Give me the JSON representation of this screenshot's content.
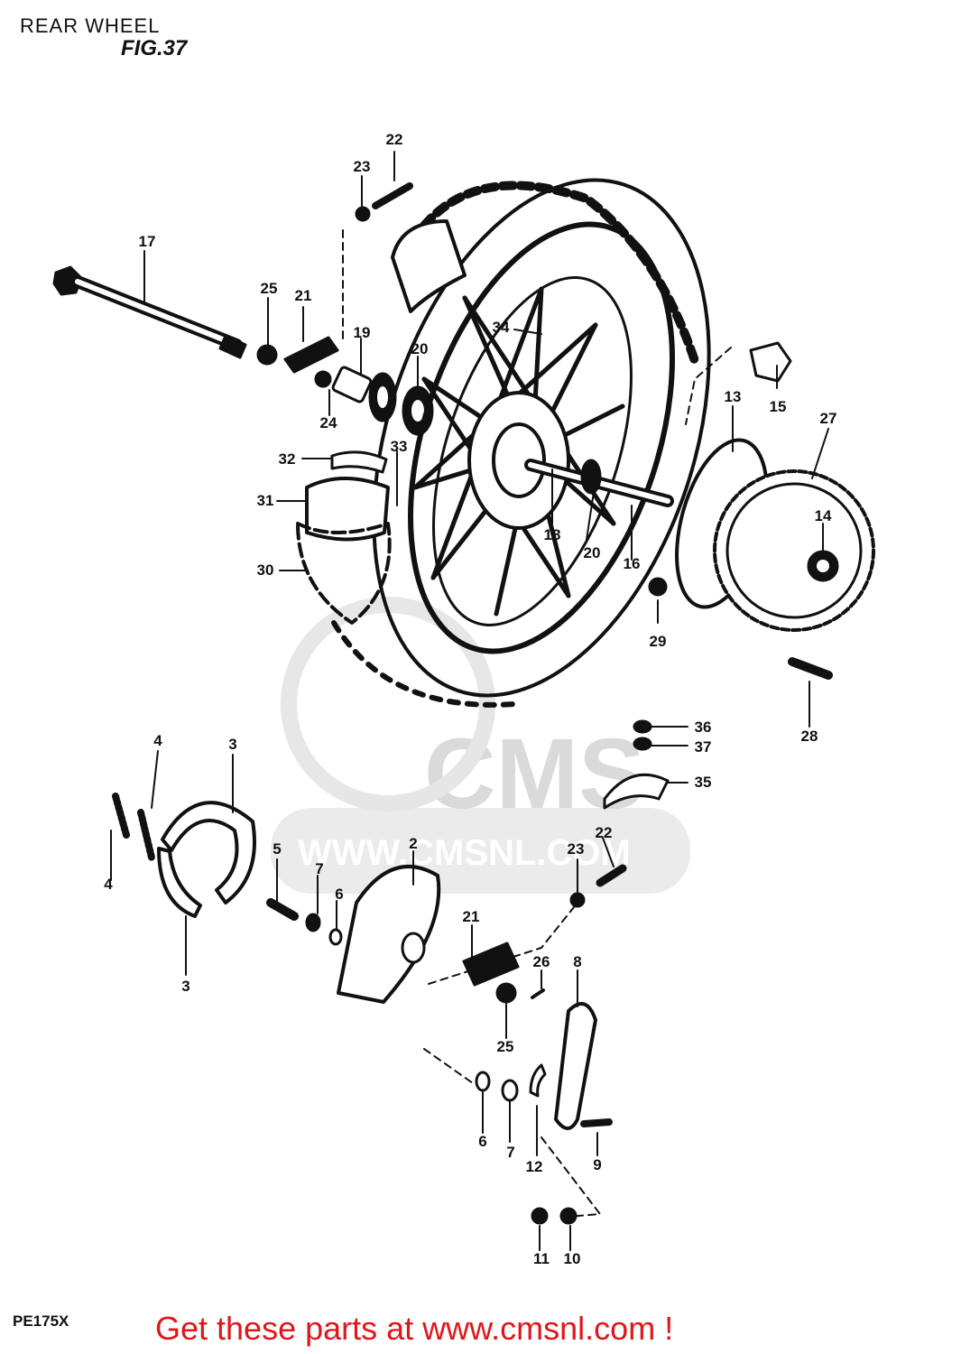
{
  "header": {
    "title": "REAR WHEEL",
    "figure": "FIG.37"
  },
  "footer": {
    "model": "PE175X",
    "cta": "Get these parts at www.cmsnl.com !"
  },
  "watermark": {
    "brand": "CMS",
    "url": "WWW.CMSNL.COM"
  },
  "callouts": [
    {
      "id": "c22a",
      "text": "22"
    },
    {
      "id": "c23a",
      "text": "23"
    },
    {
      "id": "c17",
      "text": "17"
    },
    {
      "id": "c25a",
      "text": "25"
    },
    {
      "id": "c21a",
      "text": "21"
    },
    {
      "id": "c19",
      "text": "19"
    },
    {
      "id": "c20a",
      "text": "20"
    },
    {
      "id": "c24",
      "text": "24"
    },
    {
      "id": "c34",
      "text": "34"
    },
    {
      "id": "c15",
      "text": "15"
    },
    {
      "id": "c13",
      "text": "13"
    },
    {
      "id": "c27",
      "text": "27"
    },
    {
      "id": "c32",
      "text": "32"
    },
    {
      "id": "c33",
      "text": "33"
    },
    {
      "id": "c31",
      "text": "31"
    },
    {
      "id": "c30",
      "text": "30"
    },
    {
      "id": "c18",
      "text": "18"
    },
    {
      "id": "c20b",
      "text": "20"
    },
    {
      "id": "c16",
      "text": "16"
    },
    {
      "id": "c14",
      "text": "14"
    },
    {
      "id": "c29",
      "text": "29"
    },
    {
      "id": "c28",
      "text": "28"
    },
    {
      "id": "c36",
      "text": "36"
    },
    {
      "id": "c37",
      "text": "37"
    },
    {
      "id": "c35",
      "text": "35"
    },
    {
      "id": "c4a",
      "text": "4"
    },
    {
      "id": "c3a",
      "text": "3"
    },
    {
      "id": "c4b",
      "text": "4"
    },
    {
      "id": "c3b",
      "text": "3"
    },
    {
      "id": "c5",
      "text": "5"
    },
    {
      "id": "c7a",
      "text": "7"
    },
    {
      "id": "c6a",
      "text": "6"
    },
    {
      "id": "c2",
      "text": "2"
    },
    {
      "id": "c23b",
      "text": "23"
    },
    {
      "id": "c22b",
      "text": "22"
    },
    {
      "id": "c21b",
      "text": "21"
    },
    {
      "id": "c26",
      "text": "26"
    },
    {
      "id": "c8",
      "text": "8"
    },
    {
      "id": "c25b",
      "text": "25"
    },
    {
      "id": "c6b",
      "text": "6"
    },
    {
      "id": "c7b",
      "text": "7"
    },
    {
      "id": "c12",
      "text": "12"
    },
    {
      "id": "c9",
      "text": "9"
    },
    {
      "id": "c11",
      "text": "11"
    },
    {
      "id": "c10",
      "text": "10"
    }
  ],
  "colors": {
    "ink": "#111111",
    "cta": "#e0161b",
    "watermark": "#d6d6d6"
  }
}
